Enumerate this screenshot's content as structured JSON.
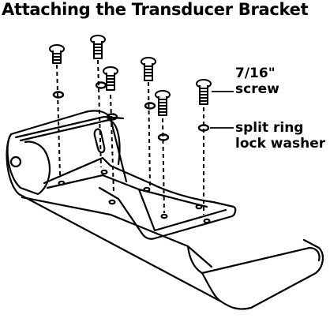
{
  "title": "Attaching the Transducer Bracket",
  "labels": {
    "screw_line1": "7/16\"",
    "screw_line2": "screw",
    "washer_line1": "split ring",
    "washer_line2": "lock washer"
  },
  "colors": {
    "ink": "#000000",
    "background": "#ffffff"
  }
}
